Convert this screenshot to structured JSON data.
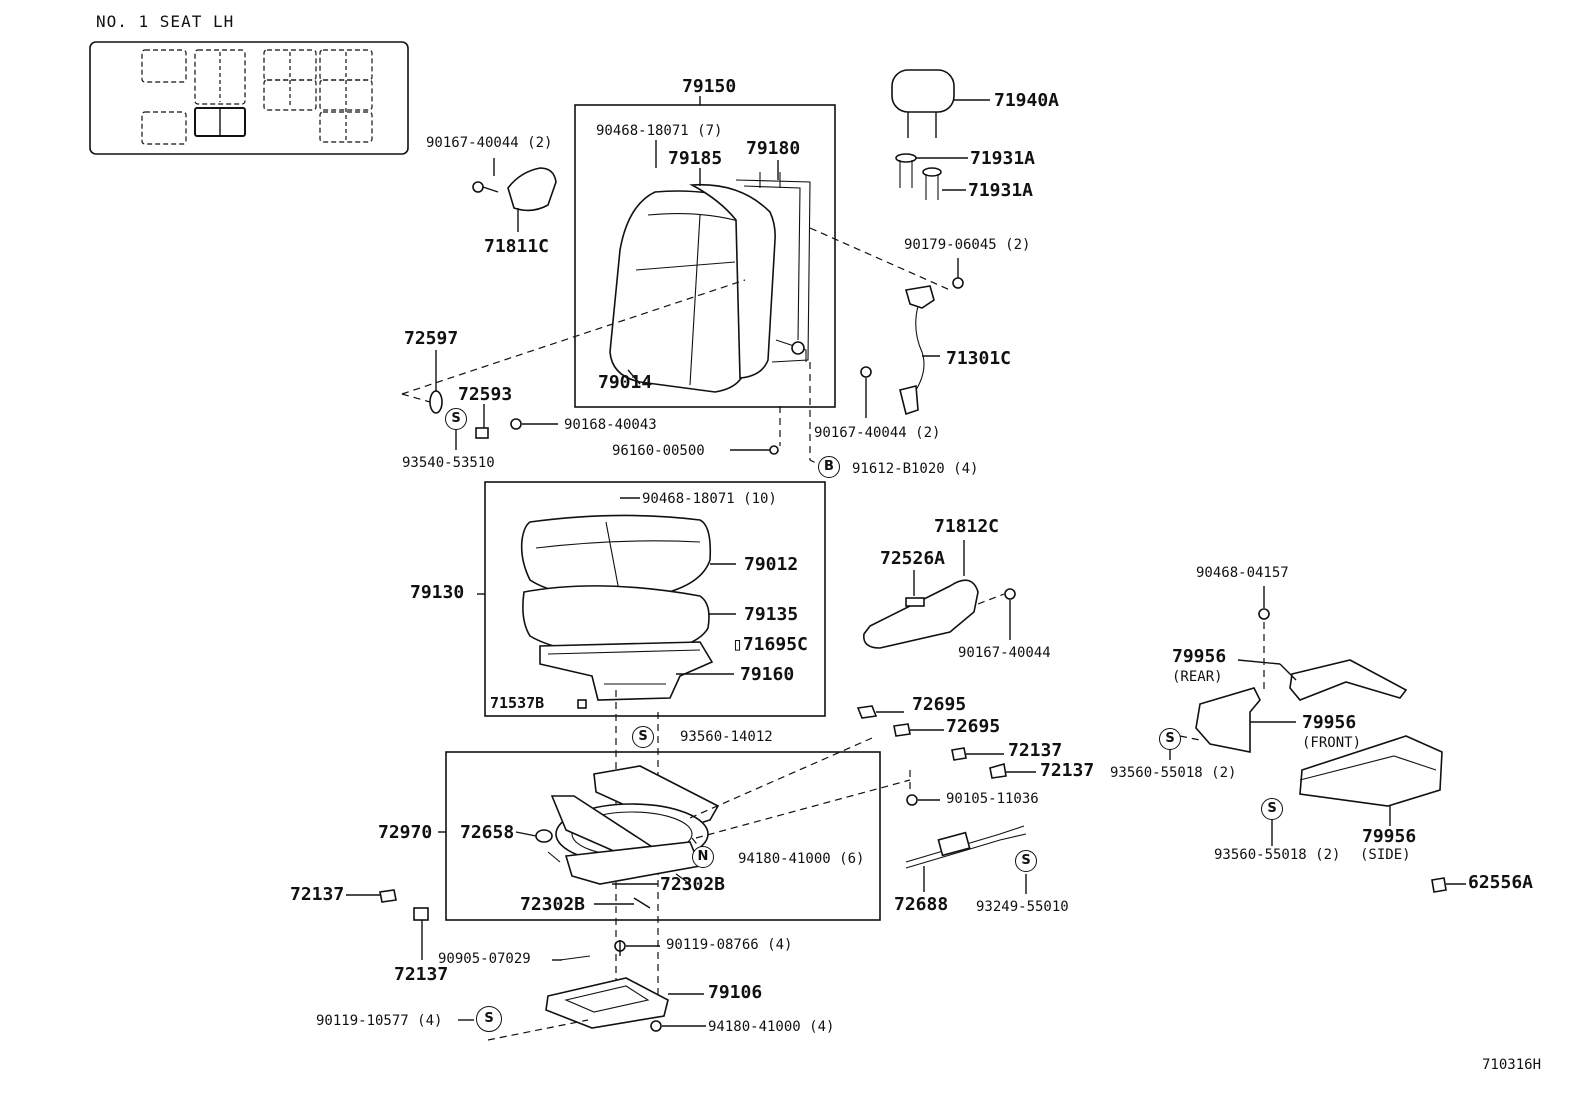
{
  "diagram": {
    "title": "NO. 1 SEAT LH",
    "code": "710316H",
    "parts": {
      "p79150": "79150",
      "p90468_18071_7": "90468-18071 (7)",
      "p79185": "79185",
      "p79180": "79180",
      "p79014": "79014",
      "p71940A": "71940A",
      "p71931A_1": "71931A",
      "p71931A_2": "71931A",
      "p90167_40044_2_top": "90167-40044 (2)",
      "p71811C": "71811C",
      "p90179_06045_2": "90179-06045 (2)",
      "p71301C": "71301C",
      "p72597": "72597",
      "p72593": "72593",
      "p90168_40043": "90168-40043",
      "p93540_53510": "93540-53510",
      "p96160_00500": "96160-00500",
      "p90167_40044_2_mid": "90167-40044 (2)",
      "p91612_B1020_4": "91612-B1020 (4)",
      "p90468_18071_10": "90468-18071 (10)",
      "p79012": "79012",
      "p79130": "79130",
      "p79135": "79135",
      "p71695C": "71695C",
      "p79160": "79160",
      "p71537B": "71537B",
      "p93560_14012": "93560-14012",
      "p71812C": "71812C",
      "p72526A": "72526A",
      "p90167_40044": "90167-40044",
      "p72695_1": "72695",
      "p72695_2": "72695",
      "p72137_1": "72137",
      "p72137_2": "72137",
      "p90105_11036": "90105-11036",
      "p72970": "72970",
      "p72658": "72658",
      "p94180_41000_6": "94180-41000 (6)",
      "p72302B_1": "72302B",
      "p72302B_2": "72302B",
      "p72137_3": "72137",
      "p72137_4": "72137",
      "p72688": "72688",
      "p93249_55010": "93249-55010",
      "p90905_07029": "90905-07029",
      "p90119_08766_4": "90119-08766 (4)",
      "p79106": "79106",
      "p90119_10577_4": "90119-10577 (4)",
      "p94180_41000_4": "94180-41000 (4)",
      "p90468_04157": "90468-04157",
      "p79956_rear": "79956",
      "p79956_rear_sub": "(REAR)",
      "p79956_front": "79956",
      "p79956_front_sub": "(FRONT)",
      "p93560_55018_2_a": "93560-55018 (2)",
      "p79956_side": "79956",
      "p79956_side_sub": "(SIDE)",
      "p93560_55018_2_b": "93560-55018 (2)",
      "p62556A": "62556A"
    },
    "symbols": {
      "s_93540": "S",
      "s_91612": "B",
      "s_93560_14012": "S",
      "s_94180_6": "N",
      "s_93249": "S",
      "s_90119_10577": "S",
      "s_93560_55018_a": "S",
      "s_93560_55018_b": "S"
    }
  }
}
